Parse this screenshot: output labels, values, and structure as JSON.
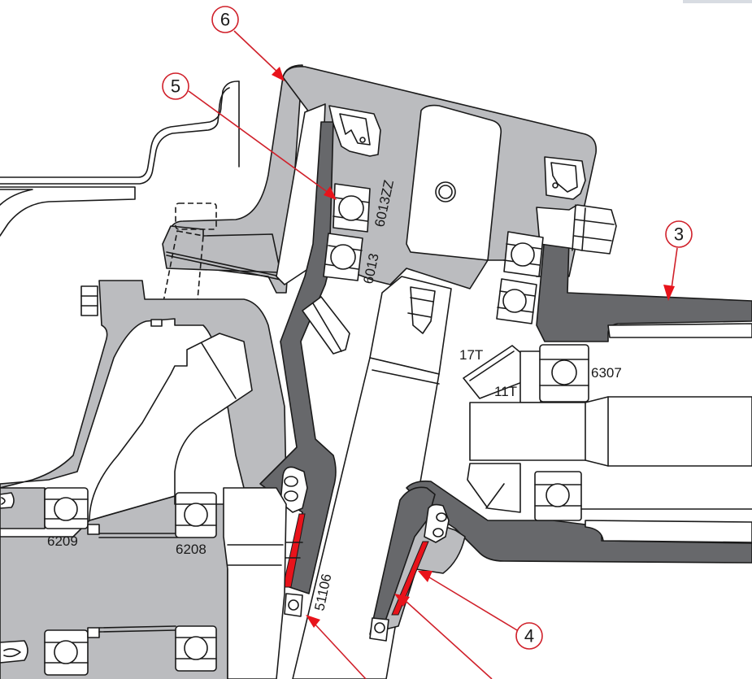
{
  "diagram": {
    "title": "Gearbox / right-angle drive cross-section",
    "colors": {
      "housing_light": "#bbbcbf",
      "housing_dark": "#67686b",
      "seal_red": "#e8131b",
      "callout_red": "#d0202a",
      "line": "#1a1a1a"
    },
    "callouts": [
      {
        "id": "6",
        "label": "6",
        "target": "outer-housing-top"
      },
      {
        "id": "5",
        "label": "5",
        "target": "bearing-6013ZZ"
      },
      {
        "id": "3",
        "label": "3",
        "target": "output-housing-dark"
      },
      {
        "id": "4",
        "label": "4",
        "target": "red-seal-strips-lower"
      }
    ],
    "bearing_labels": {
      "b6013zz": "6013ZZ",
      "b6013": "6013",
      "b6307": "6307",
      "b6209": "6209",
      "b6208": "6208",
      "b51106": "51106"
    },
    "gear_labels": {
      "g17t": "17T",
      "g11t": "11T"
    }
  }
}
